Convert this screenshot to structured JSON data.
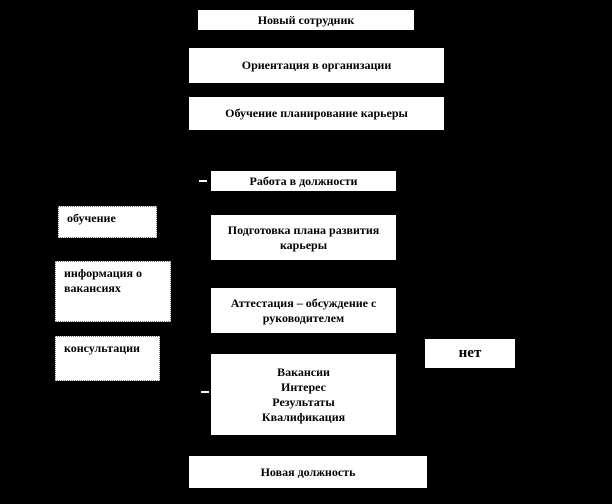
{
  "colors": {
    "background": "#000000",
    "box_fill": "#ffffff",
    "text": "#000000"
  },
  "diagram": {
    "new_employee": "Новый  сотрудник",
    "orientation": "Ориентация в организации",
    "training_career": "Обучение планирование карьеры",
    "work_position": "Работа в должности",
    "training_note": "обучение",
    "career_plan_l1": "Подготовка плана развития",
    "career_plan_l2": "карьеры",
    "vacancy_info_l1": "информация о",
    "vacancy_info_l2": "вакансиях",
    "attestation_l1": "Аттестация – обсуждение с",
    "attestation_l2": "руководителем",
    "consultations": "консультации",
    "no_label": "нет",
    "criteria_l1": "Вакансии",
    "criteria_l2": "Интерес",
    "criteria_l3": "Результаты",
    "criteria_l4": "Квалификация",
    "new_position": "Новая  должность"
  }
}
